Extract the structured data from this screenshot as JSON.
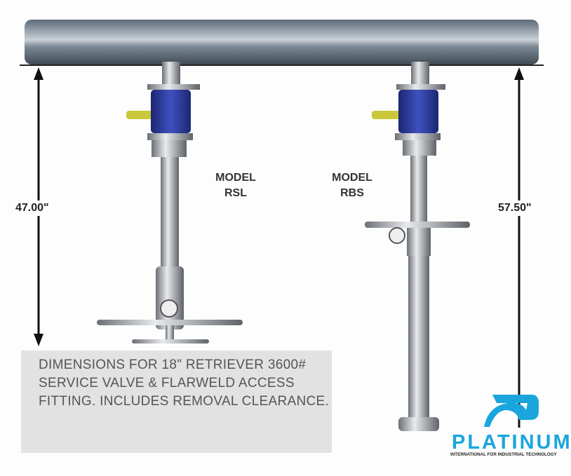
{
  "dimensions": {
    "left": "47.00\"",
    "right": "57.50\""
  },
  "models": [
    {
      "line1": "MODEL",
      "line2": "RSL"
    },
    {
      "line1": "MODEL",
      "line2": "RBS"
    }
  ],
  "caption": "DIMENSIONS FOR 18\" RETRIEVER 3600# SERVICE VALVE & FLARWELD ACCESS FITTING. INCLUDES REMOVAL CLEARANCE.",
  "logo": {
    "name": "PLATINUM",
    "tagline": "INTERNATIONAL FOR INDUSTRIAL TECHNOLOGY"
  },
  "colors": {
    "pipe": "#6f7f8c",
    "valve": "#2b3a9a",
    "handle": "#c8c83a",
    "brand": "#1aa6dd",
    "caption_bg": "#e2e2e2"
  }
}
